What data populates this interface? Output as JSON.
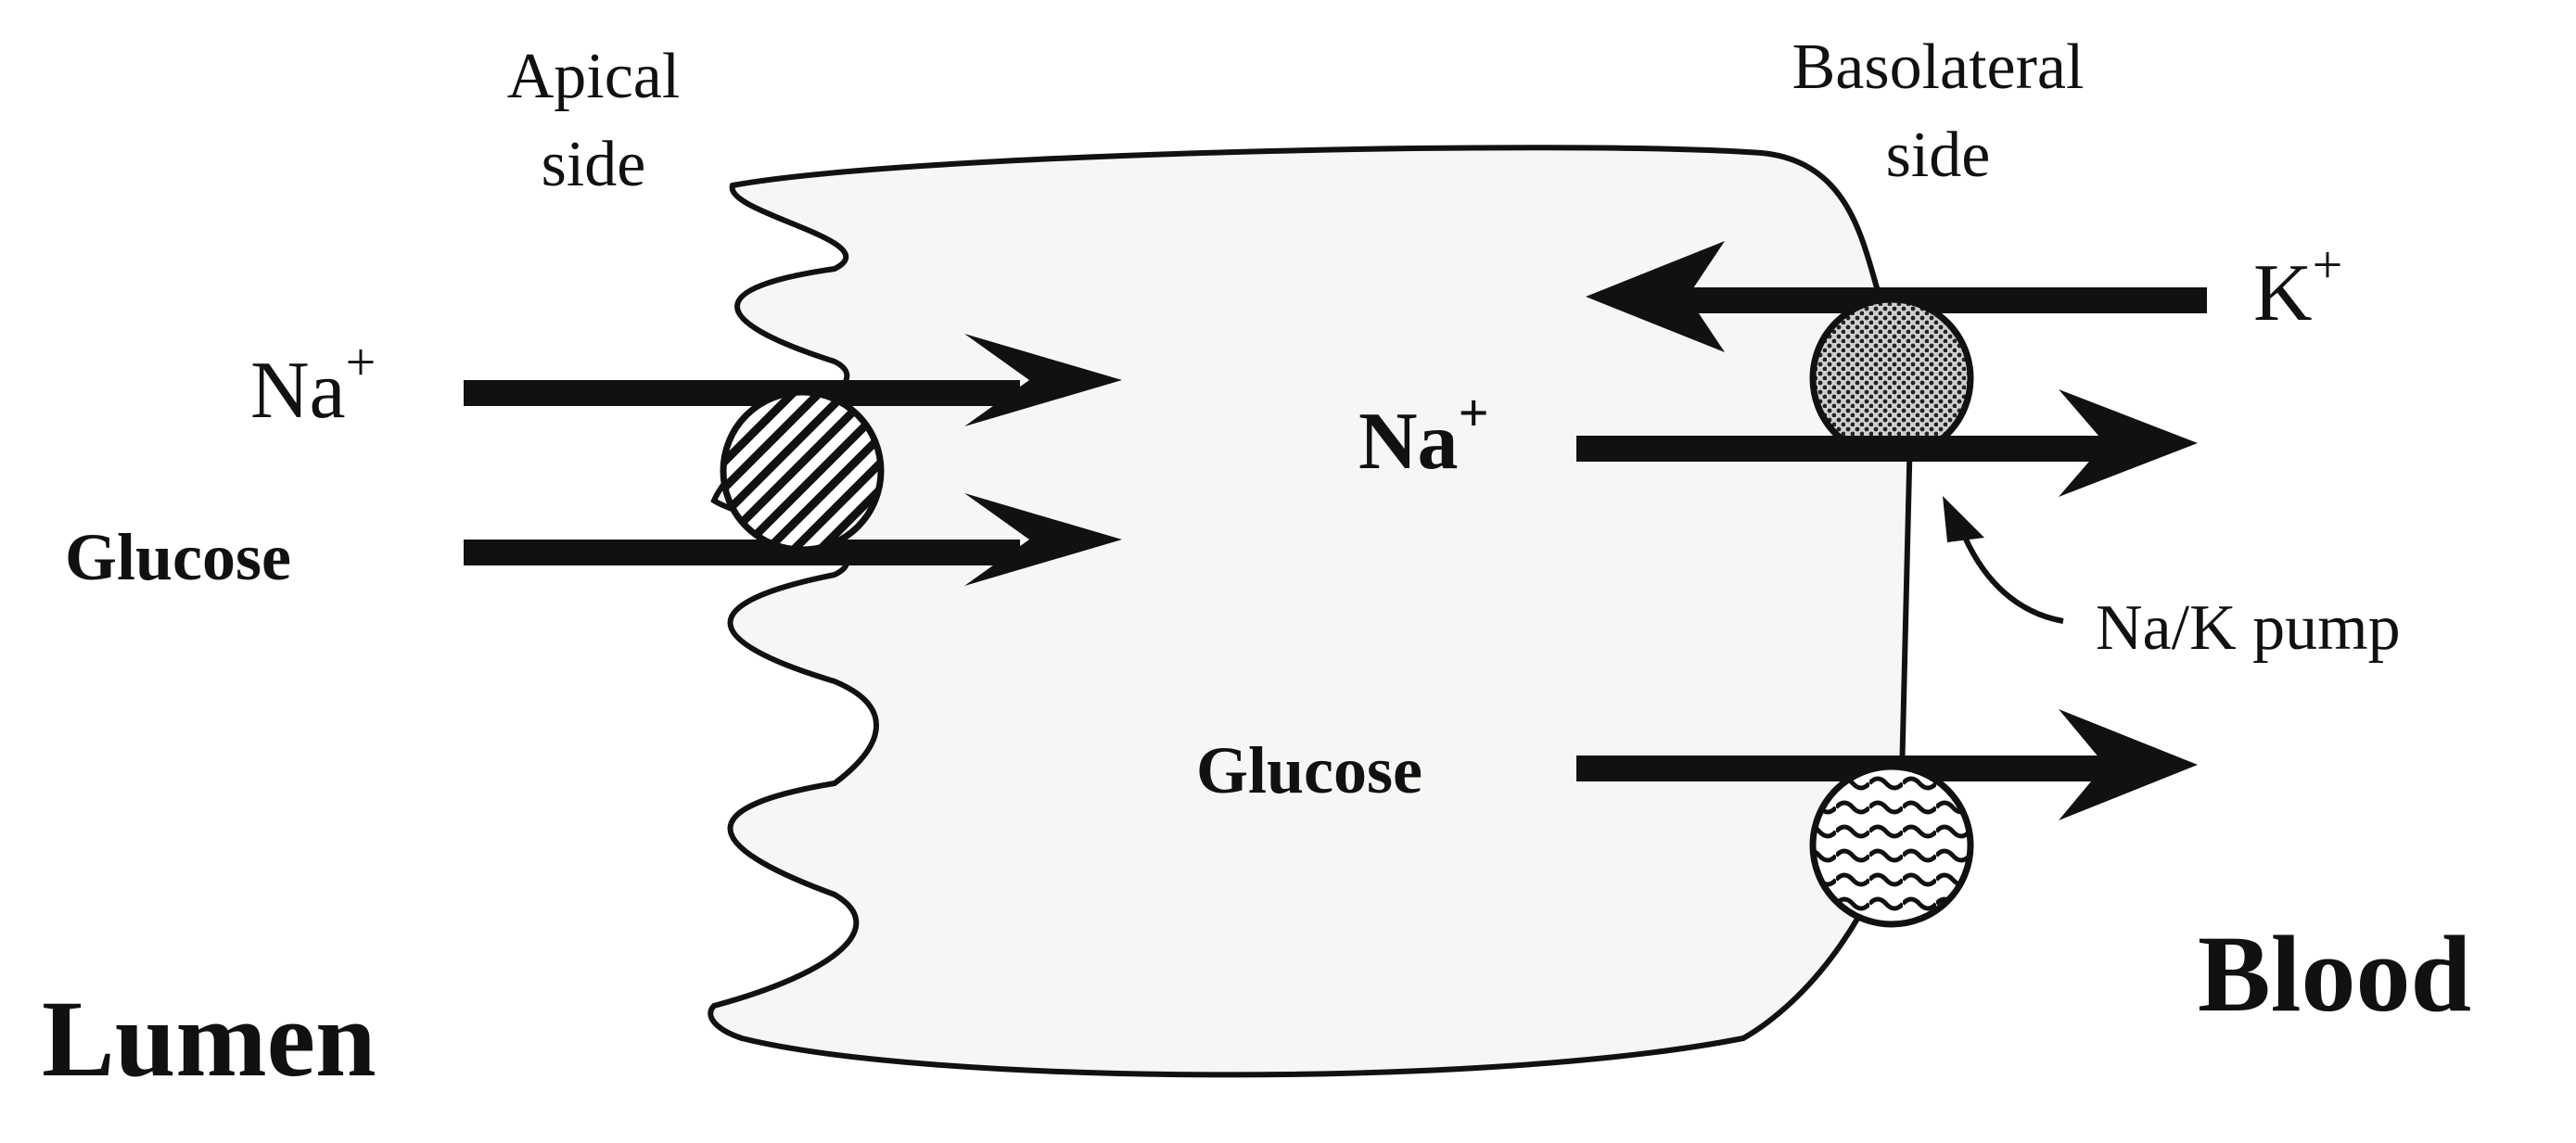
{
  "labels": {
    "apical_line1": "Apical",
    "apical_line2": "side",
    "basolateral_line1": "Basolateral",
    "basolateral_line2": "side",
    "na_left": "Na",
    "na_right": "Na",
    "plus": "+",
    "glucose_left": "Glucose",
    "glucose_right": "Glucose",
    "k": "K",
    "pump": "Na/K pump",
    "lumen": "Lumen",
    "blood": "Blood"
  },
  "colors": {
    "ink": "#111111",
    "cell_fill": "#f6f6f4",
    "background": "#ffffff"
  }
}
